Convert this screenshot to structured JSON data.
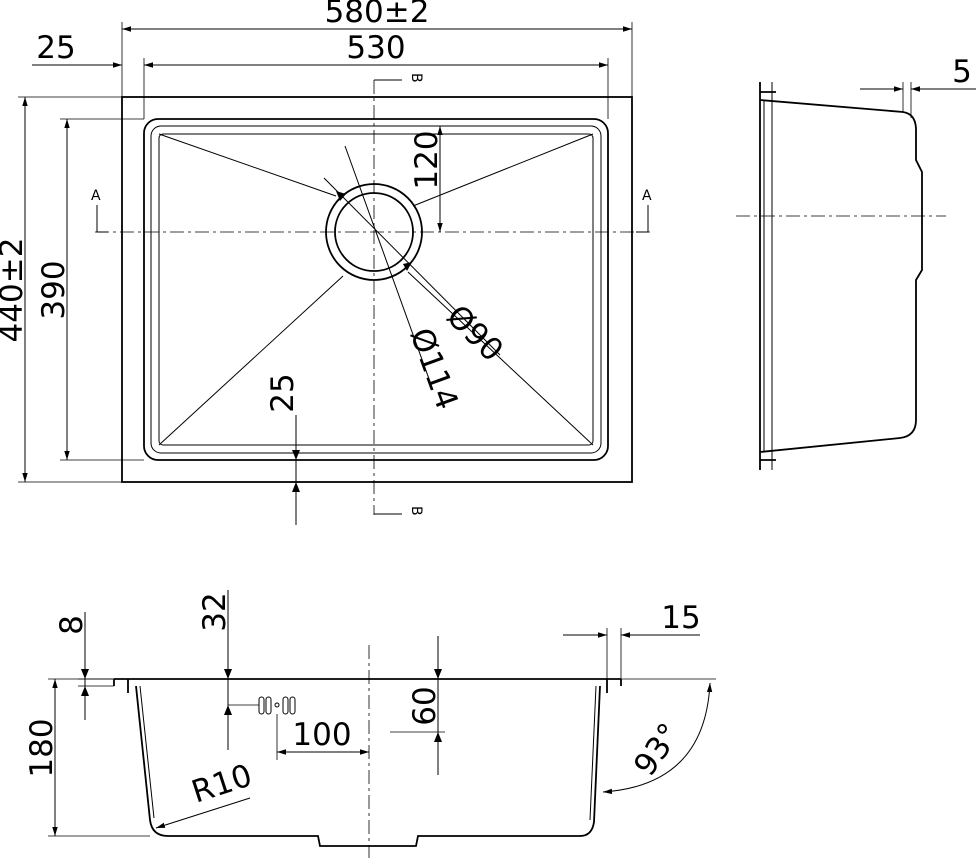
{
  "dimensions": {
    "overall_width": "580±2",
    "bowl_width": "530",
    "flange_width": "25",
    "overall_height": "440±2",
    "bowl_height": "390",
    "drain_offset": "120",
    "drain_inner_dia": "Ø90",
    "drain_outer_dia": "Ø114",
    "bottom_margin": "25",
    "side_flange": "5",
    "depth": "180",
    "rim_height": "8",
    "overflow_height": "32",
    "overflow_offset": "100",
    "overflow_depth": "60",
    "lip": "15",
    "corner_radius": "R10",
    "wall_angle": "93°"
  },
  "section_markers": {
    "a": "A",
    "b": "B"
  }
}
